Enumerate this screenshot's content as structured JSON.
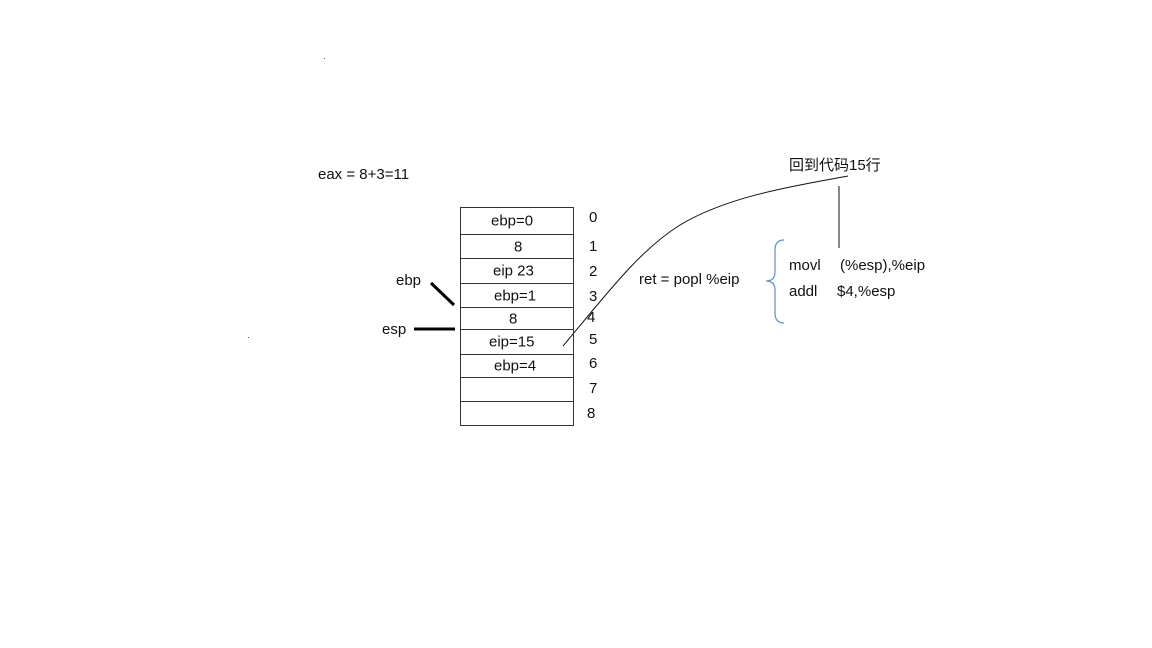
{
  "eax_note": "eax =  8+3=11",
  "stack_cells": [
    "ebp=0",
    "8",
    "eip 23",
    "ebp=1",
    "8",
    "eip=15",
    "ebp=4",
    "",
    ""
  ],
  "indices": [
    "0",
    "1",
    "2",
    "3",
    "4",
    "5",
    "6",
    "7",
    "8"
  ],
  "pointers": {
    "ebp": "ebp",
    "esp": "esp"
  },
  "ret_label": "ret = popl %eip",
  "instructions": {
    "line1_op": "movl",
    "line1_args": "(%esp),%eip",
    "line2_op": "addl",
    "line2_args": "$4,%esp"
  },
  "return_note": "回到代码15行",
  "colors": {
    "brace": "#5b8fd0",
    "ink": "#111111"
  }
}
